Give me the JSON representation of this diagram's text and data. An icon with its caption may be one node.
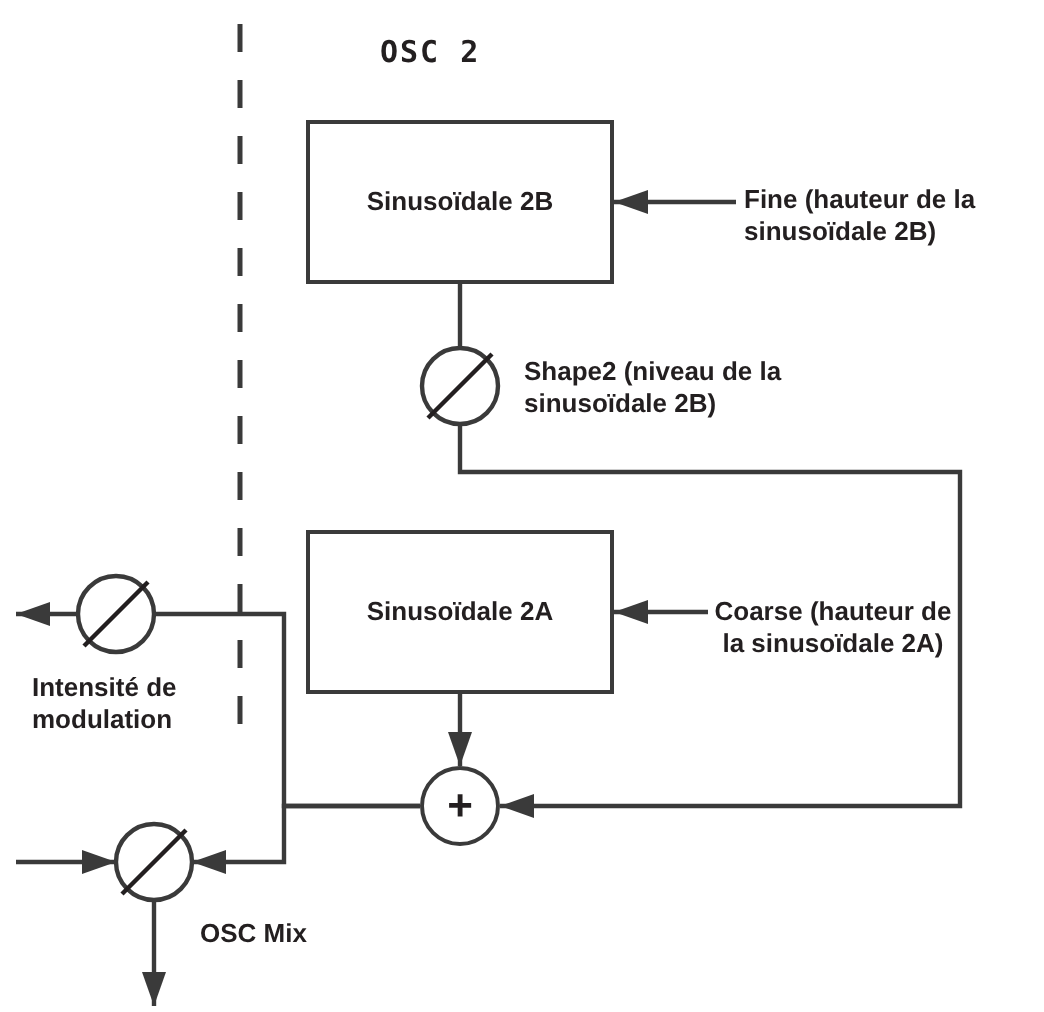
{
  "diagram": {
    "title": "OSC 2",
    "nodes": [
      {
        "text": [
          "Sinusoïdale 2B"
        ]
      },
      {
        "text": [
          "Fine (hauteur de la sinusoïdale 2B)"
        ]
      },
      {
        "text": [],
        "shape": "circle",
        "beside": [
          "Shape2 (niveau de la sinusoïdale 2B)"
        ]
      },
      {
        "text": [
          "Sinusoïdale 2A"
        ]
      },
      {
        "text": [
          "Coarse (hauteur de la sinusoïdale 2A)"
        ]
      },
      {
        "text": [
          "+"
        ]
      },
      {
        "text": [],
        "shape": "circle",
        "beside": [
          "Intensité de modulation"
        ]
      },
      {
        "text": [],
        "shape": "circle",
        "beside": [
          "OSC Mix"
        ]
      }
    ],
    "edges": [
      {
        "from": 1,
        "to": 0,
        "arrow": "to"
      },
      {
        "from": 0,
        "to": 2,
        "arrow": "none"
      },
      {
        "from": 2,
        "to": 5,
        "arrow": "to"
      },
      {
        "from": 4,
        "to": 3,
        "arrow": "to"
      },
      {
        "from": 3,
        "to": 5,
        "arrow": "to"
      },
      {
        "from": 5,
        "to": 6,
        "arrow": "none"
      },
      {
        "from": 6,
        "to": null,
        "arrow": "to"
      },
      {
        "from": 5,
        "to": 7,
        "arrow": "to"
      },
      {
        "from": null,
        "to": 7,
        "arrow": "to"
      },
      {
        "from": 7,
        "to": null,
        "arrow": "to"
      }
    ]
  }
}
